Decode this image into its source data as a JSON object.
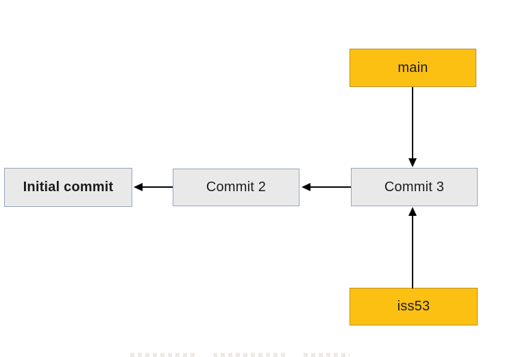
{
  "diagram": {
    "type": "git-branch-diagram",
    "nodes": {
      "main": {
        "label": "main",
        "kind": "branch-pointer"
      },
      "iss53": {
        "label": "iss53",
        "kind": "branch-pointer"
      },
      "commit3": {
        "label": "Commit 3",
        "kind": "commit"
      },
      "commit2": {
        "label": "Commit 2",
        "kind": "commit"
      },
      "initial": {
        "label": "Initial commit",
        "kind": "commit"
      }
    },
    "edges": [
      {
        "from": "main",
        "to": "Commit 3",
        "direction": "down"
      },
      {
        "from": "iss53",
        "to": "Commit 3",
        "direction": "up"
      },
      {
        "from": "Commit 3",
        "to": "Commit 2",
        "direction": "left"
      },
      {
        "from": "Commit 2",
        "to": "Initial commit",
        "direction": "left"
      }
    ],
    "colors": {
      "branch_fill": "#FCC012",
      "branch_border": "#BA9026",
      "commit_fill": "#E9E9EA",
      "commit_border": "#97A5B8",
      "arrow": "#000000",
      "background": "#FFFFFF"
    }
  }
}
